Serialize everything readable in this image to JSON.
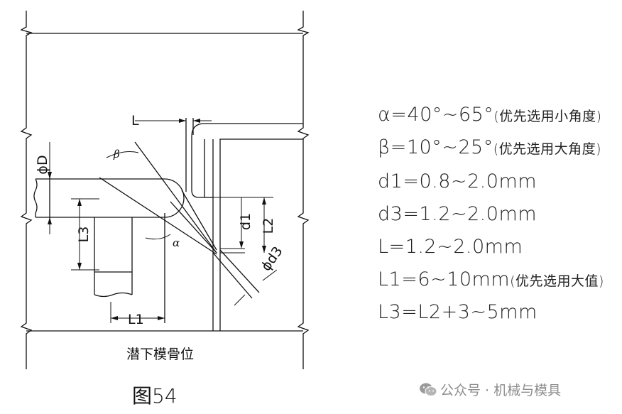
{
  "diagram": {
    "labels": {
      "L": "L",
      "phiD": "ϕD",
      "beta": "β",
      "alpha": "α",
      "L3": "L3",
      "L1": "L1",
      "d1": "d1",
      "L2": "L2",
      "phid3": "ϕd3"
    }
  },
  "parameters": [
    {
      "text": "α=40°~65°",
      "note": "(优先选用小角度)"
    },
    {
      "text": "β=10°~25°",
      "note": "(优先选用大角度)"
    },
    {
      "text": "d1=0.8~2.0mm",
      "note": ""
    },
    {
      "text": "d3=1.2~2.0mm",
      "note": ""
    },
    {
      "text": "L=1.2~2.0mm",
      "note": ""
    },
    {
      "text": "L1=6~10mm",
      "note": "(优先选用大值)"
    },
    {
      "text": "L3=L2+3~5mm",
      "note": ""
    }
  ],
  "caption": {
    "subtitle": "潜下模骨位",
    "figure": "图54"
  },
  "watermark": {
    "text": "公众号 · 机械与模具"
  }
}
